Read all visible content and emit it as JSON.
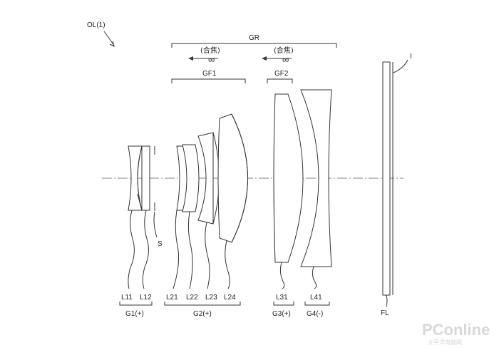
{
  "title": "OL(1)",
  "group_labels": {
    "gr": "GR",
    "gf1": "GF1",
    "gf2": "GF2"
  },
  "focus_labels": {
    "focus_left": "(合焦)",
    "infinity_left": "∞",
    "focus_right": "(合焦)",
    "infinity_right": "∞"
  },
  "stop_label": "S",
  "image_label": "I",
  "filter_label": "FL",
  "lens_labels": [
    "L11",
    "L12",
    "L21",
    "L22",
    "L23",
    "L24",
    "L31",
    "L41"
  ],
  "lens_group_labels": [
    "G1(+)",
    "G2(+)",
    "G3(+)",
    "G4(-)"
  ],
  "watermark": {
    "brand": "PConline",
    "sub": "太平洋电脑网"
  }
}
